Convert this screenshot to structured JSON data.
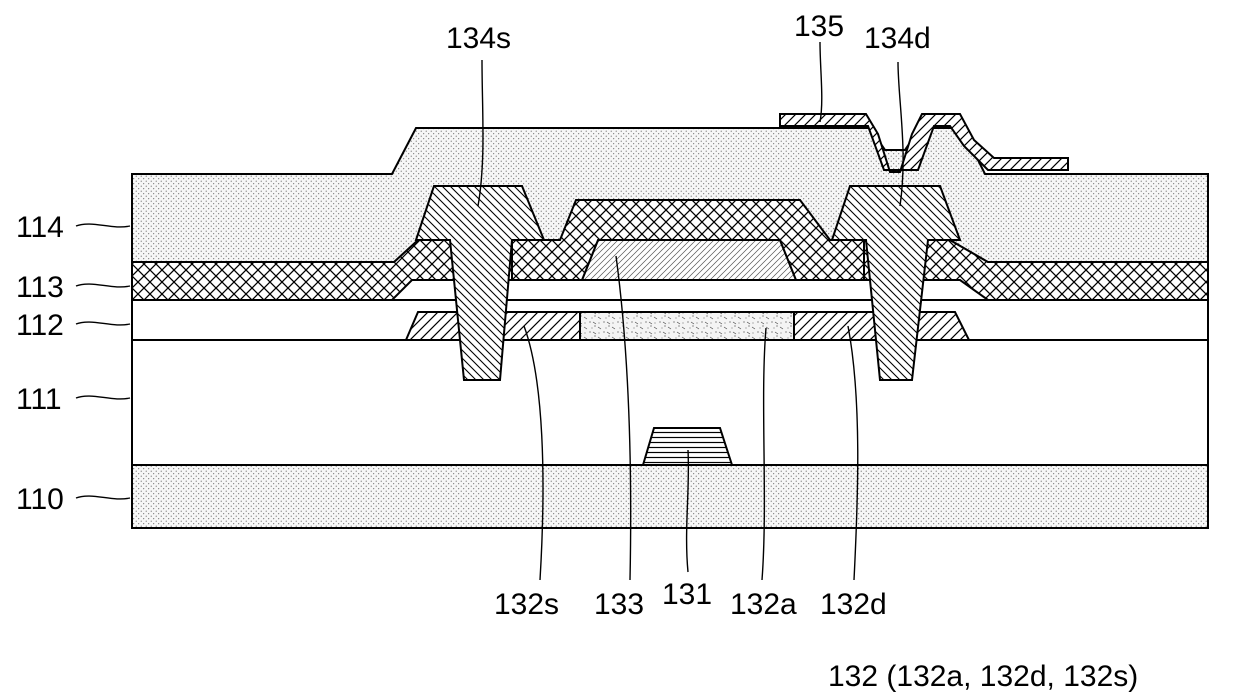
{
  "labels": {
    "l110": "110",
    "l111": "111",
    "l112": "112",
    "l113": "113",
    "l114": "114",
    "l131": "131",
    "l132a": "132a",
    "l132d": "132d",
    "l132s": "132s",
    "l133": "133",
    "l134s": "134s",
    "l134d": "134d",
    "l135": "135",
    "l132note": "132 (132a, 132d, 132s)"
  }
}
